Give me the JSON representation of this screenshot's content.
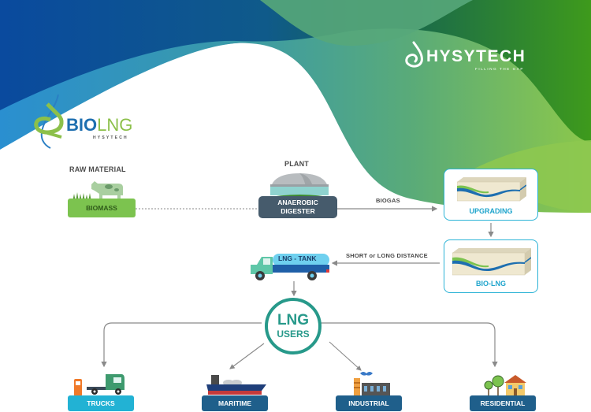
{
  "header": {
    "brand_name": "HYSYTECH",
    "brand_tagline": "FILLING THE GAP",
    "product_logo_bio": "BIO",
    "product_logo_lng": "LNG",
    "product_logo_sub": "HYSYTECH"
  },
  "flow": {
    "raw_material": {
      "heading": "RAW MATERIAL",
      "label": "BIOMASS",
      "icon": "cow-grass-icon"
    },
    "plant": {
      "heading": "PLANT",
      "label_line1": "ANAEROBIC",
      "label_line2": "DIGESTER",
      "icon": "digester-dome-icon"
    },
    "biogas_label": "BIOGAS",
    "upgrading": {
      "label": "UPGRADING",
      "icon": "upgrading-unit-icon"
    },
    "bio_lng": {
      "label": "BIO-LNG",
      "icon": "liquefaction-unit-icon"
    },
    "distance_label": "SHORT or LONG DISTANCE",
    "tank_truck": {
      "label": "LNG - TANK",
      "icon": "tank-truck-icon"
    },
    "users_hub": {
      "line1": "LNG",
      "line2": "USERS"
    },
    "users": [
      {
        "label": "TRUCKS",
        "icon": "truck-fuel-icon",
        "color": "#22b2d4"
      },
      {
        "label": "MARITIME",
        "icon": "ship-icon",
        "color": "#1f5f8b"
      },
      {
        "label": "INDUSTRIAL",
        "icon": "factory-icon",
        "color": "#1f5f8b"
      },
      {
        "label": "RESIDENTIAL",
        "icon": "house-icon",
        "color": "#1f5f8b"
      }
    ]
  },
  "colors": {
    "biomass_green": "#7cc34f",
    "digester_slate": "#465b6c",
    "panel_cyan": "#2bb3d6",
    "hub_teal": "#27998a",
    "arrow_gray": "#8a8a8a"
  }
}
